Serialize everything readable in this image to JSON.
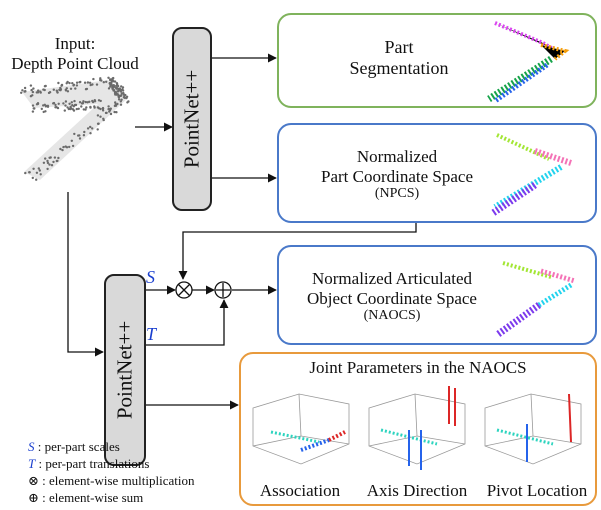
{
  "input": {
    "label_line1": "Input:",
    "label_line2": "Depth Point Cloud"
  },
  "pointnet_top": {
    "label": "PointNet++"
  },
  "pointnet_bottom": {
    "label": "PointNet++"
  },
  "part_segmentation": {
    "line1": "Part",
    "line2": "Segmentation"
  },
  "npcs": {
    "line1": "Normalized",
    "line2": "Part Coordinate Space",
    "line3": "(NPCS)"
  },
  "naocs": {
    "line1": "Normalized Articulated",
    "line2": "Object Coordinate Space",
    "line3": "(NAOCS)"
  },
  "joint": {
    "title": "Joint Parameters in the NAOCS",
    "views": [
      "Association",
      "Axis Direction",
      "Pivot Location"
    ]
  },
  "symbols": {
    "s": "S",
    "t": "T",
    "times": "⊗",
    "plus": "⊕"
  },
  "legend": [
    {
      "symbol": "S",
      "text": " : per-part scales"
    },
    {
      "symbol": "T",
      "text": " : per-part translations"
    },
    {
      "symbol": "⊗",
      "text": " : element-wise multiplication"
    },
    {
      "symbol": "⊕",
      "text": " : element-wise sum"
    }
  ],
  "colors": {
    "green": "#7fb35c",
    "blue": "#4a79c9",
    "orange": "#e89a3c",
    "pointnet_fill": "#d9d9d9"
  }
}
